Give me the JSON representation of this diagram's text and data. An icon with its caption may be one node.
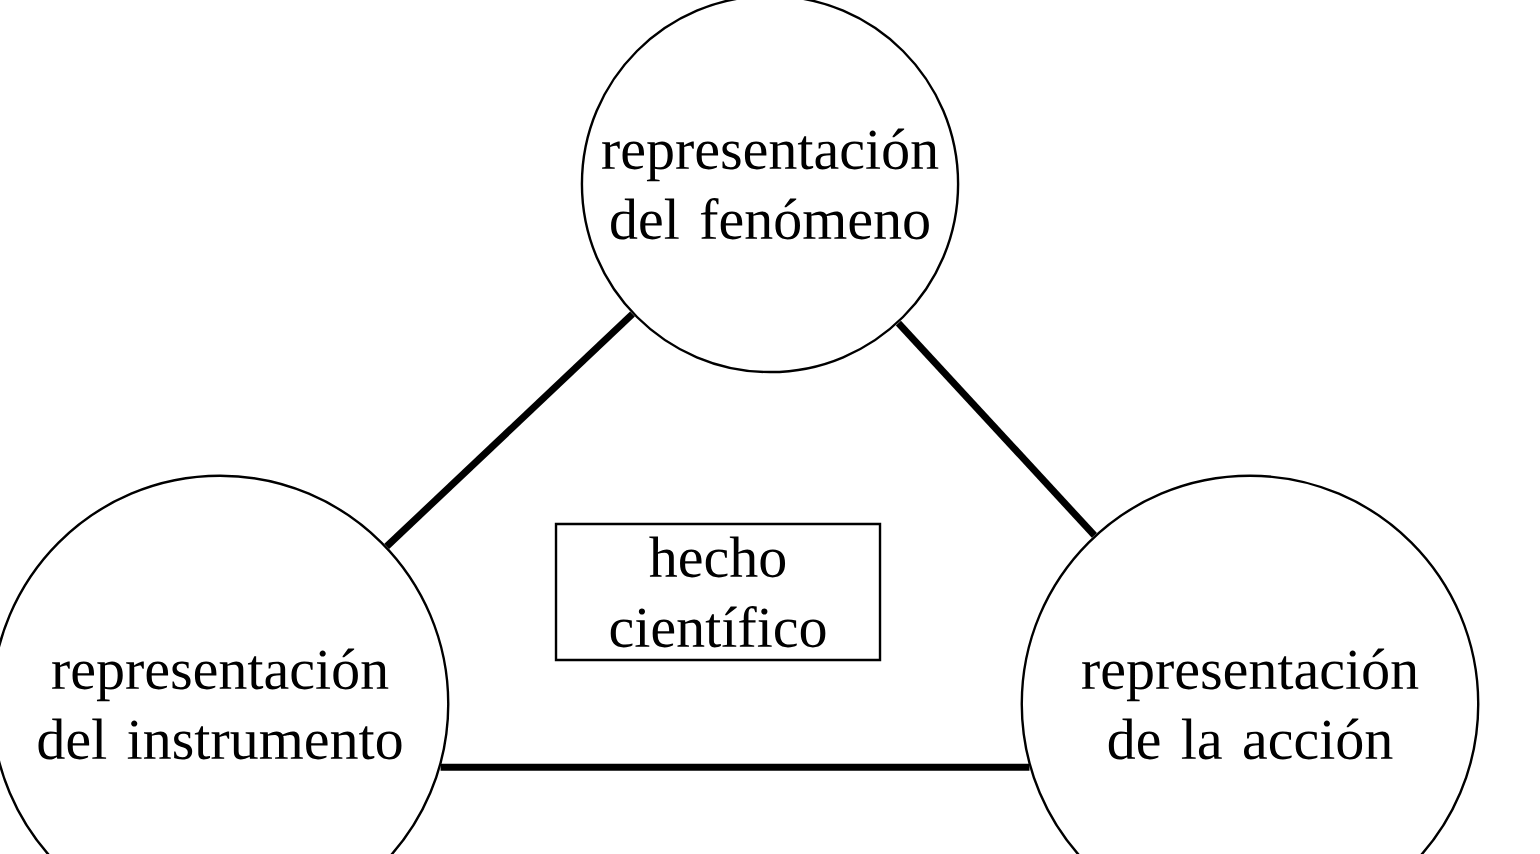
{
  "diagram": {
    "nodes": [
      {
        "text": [
          "representación del fenómeno"
        ]
      },
      {
        "text": [
          "representación del instrumento"
        ]
      },
      {
        "text": [
          "hecho científico"
        ]
      },
      {
        "text": [
          "representación de la acción"
        ]
      }
    ],
    "edges": [
      {
        "from": 0,
        "to": 1,
        "arrow": "none"
      },
      {
        "from": 0,
        "to": 3,
        "arrow": "none"
      },
      {
        "from": 1,
        "to": 3,
        "arrow": "none"
      }
    ]
  }
}
